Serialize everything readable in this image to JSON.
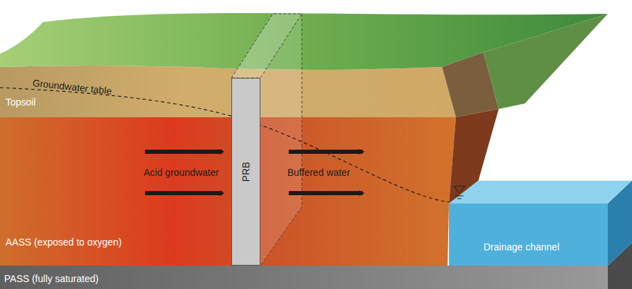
{
  "diagram": {
    "nodes": [
      {
        "text": [
          "Topsoil"
        ]
      },
      {
        "text": [
          "PRB"
        ]
      },
      {
        "text": [
          "AASS (exposed to oxygen)"
        ]
      },
      {
        "text": [
          "Drainage channel"
        ]
      },
      {
        "text": [
          "PASS (fully saturated)"
        ]
      }
    ],
    "labels": [
      "Groundwater table",
      "Acid groundwater",
      "Buffered water"
    ]
  }
}
